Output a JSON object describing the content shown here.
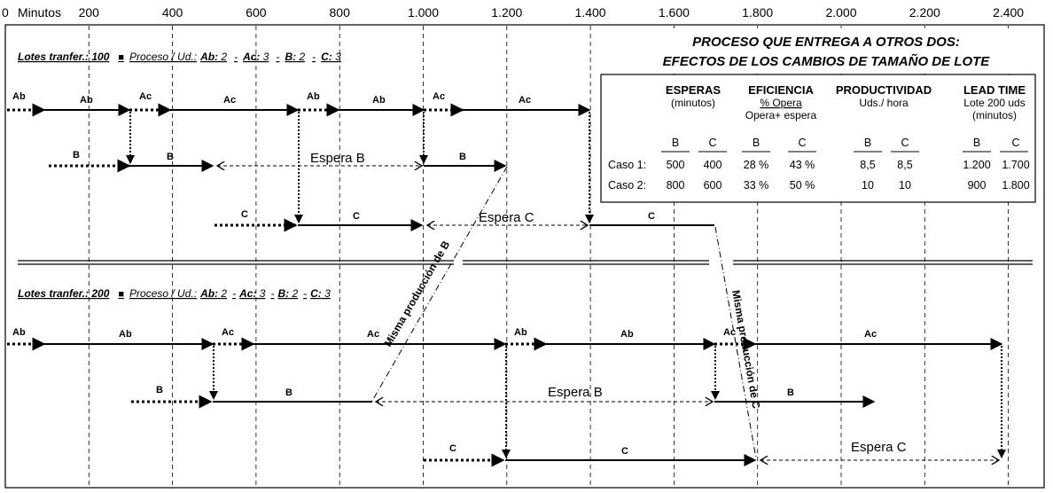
{
  "axis": {
    "start_label": "0",
    "unit_label": "Minutos",
    "ticks": [
      "200",
      "400",
      "600",
      "800",
      "1.000",
      "1.200",
      "1.400",
      "1.600",
      "1.800",
      "2.000",
      "2.200",
      "2.400"
    ]
  },
  "case1": {
    "header_prefix": "Lotes tranfer.: 100",
    "header_mid": "Proceso / Ud.:",
    "header_items": [
      {
        "k": "Ab:",
        "v": " 2"
      },
      {
        "k": "Ac:",
        "v": " 3"
      },
      {
        "k": "B:",
        "v": " 2"
      },
      {
        "k": "C:",
        "v": " 3"
      }
    ]
  },
  "case2": {
    "header_prefix": "Lotes tranfer.: 200",
    "header_mid": "Proceso / Ud.:",
    "header_items": [
      {
        "k": "Ab:",
        "v": " 2"
      },
      {
        "k": "Ac:",
        "v": " 3"
      },
      {
        "k": "B:",
        "v": " 2"
      },
      {
        "k": "C:",
        "v": " 3"
      }
    ]
  },
  "labels": {
    "ab": "Ab",
    "ac": "Ac",
    "b": "B",
    "c": "C",
    "espera_b": "Espera B",
    "espera_c": "Espera C",
    "misma_b": "Misma producción de B",
    "misma_c": "Misma producción de C"
  },
  "panel": {
    "title_line1": "PROCESO QUE ENTREGA A OTROS DOS:",
    "title_line2": "EFECTOS  DE LOS CAMBIOS DE TAMAÑO DE LOTE",
    "groups": [
      {
        "title": "ESPERAS",
        "sub1": "(minutos)",
        "sub2": "",
        "sub3": ""
      },
      {
        "title": "EFICIENCIA",
        "sub1": "% Opera",
        "sub2": "Opera+ espera",
        "sub3": ""
      },
      {
        "title": "PRODUCTIVIDAD",
        "sub1": "Uds./ hora",
        "sub2": "",
        "sub3": ""
      },
      {
        "title": "LEAD TIME",
        "sub1": "Lote 200 uds",
        "sub2": "(minutos)",
        "sub3": ""
      }
    ],
    "col_b": "B",
    "col_c": "C",
    "rows": [
      {
        "label": "Caso 1:",
        "values": [
          "500",
          "400",
          "28 %",
          "43 %",
          "8,5",
          "8,5",
          "1.200",
          "1.700"
        ]
      },
      {
        "label": "Caso 2:",
        "values": [
          "800",
          "600",
          "33 %",
          "50 %",
          "10",
          "10",
          "900",
          "1.800"
        ]
      }
    ]
  }
}
